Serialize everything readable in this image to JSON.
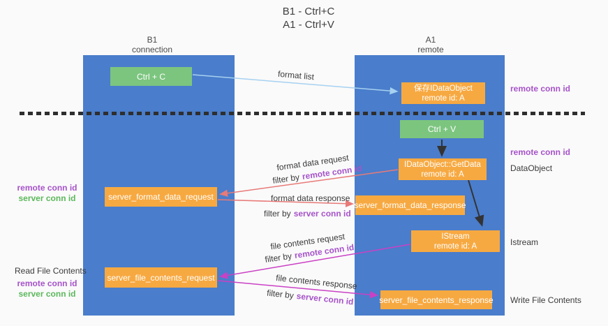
{
  "title": {
    "line1": "B1 - Ctrl+C",
    "line2": "A1 - Ctrl+V"
  },
  "lanes": {
    "left": {
      "header_top": "B1",
      "header_bottom": "connection"
    },
    "right": {
      "header_top": "A1",
      "header_bottom": "remote"
    }
  },
  "nodes": {
    "ctrl_c": {
      "label": "Ctrl + C"
    },
    "ctrl_v": {
      "label": "Ctrl + V"
    },
    "save_idataobject": {
      "line1": "保存IDataObject",
      "line2": "remote id: A"
    },
    "getdata": {
      "line1": "IDataObject::GetData",
      "line2": "remote id: A"
    },
    "istream": {
      "line1": "IStream",
      "line2": "remote id: A"
    },
    "format_request": {
      "label": "server_format_data_request"
    },
    "format_response": {
      "label": "server_format_data_response"
    },
    "file_request": {
      "label": "server_file_contents_request"
    },
    "file_response": {
      "label": "server_file_contents_response"
    }
  },
  "annotations": {
    "right_remote_conn_id_top": "remote conn id",
    "right_remote_conn_id_mid": "remote conn id",
    "right_dataobject": "DataObject",
    "right_istream": "Istream",
    "right_write_file_contents": "Write File Contents",
    "left_remote_conn_id_1": "remote conn id",
    "left_server_conn_id_1": "server conn id",
    "left_read_file_contents": "Read File Contents",
    "left_remote_conn_id_2": "remote conn id",
    "left_server_conn_id_2": "server conn id"
  },
  "arrows": {
    "format_list": {
      "label": "format list"
    },
    "format_data_request": {
      "label": "format data request",
      "filter_prefix": "filter by",
      "filter_key": "remote conn id"
    },
    "format_data_response": {
      "label": "format data response",
      "filter_prefix": "filter by",
      "filter_key": "server conn id"
    },
    "file_contents_request": {
      "label": "file contents request",
      "filter_prefix": "filter by",
      "filter_key": "remote conn id"
    },
    "file_contents_response": {
      "label": "file contents response",
      "filter_prefix": "filter by",
      "filter_key": "server conn id"
    }
  },
  "colors": {
    "lane_blue": "#4a7dcb",
    "node_orange": "#f7a941",
    "node_green": "#7cc57f",
    "conn_id_purple": "#a653c9",
    "conn_id_green": "#5cb85c",
    "arrow_light_blue": "#a6d1f0",
    "arrow_red": "#e87a78",
    "arrow_magenta": "#ca41c5",
    "arrow_black": "#333333"
  }
}
